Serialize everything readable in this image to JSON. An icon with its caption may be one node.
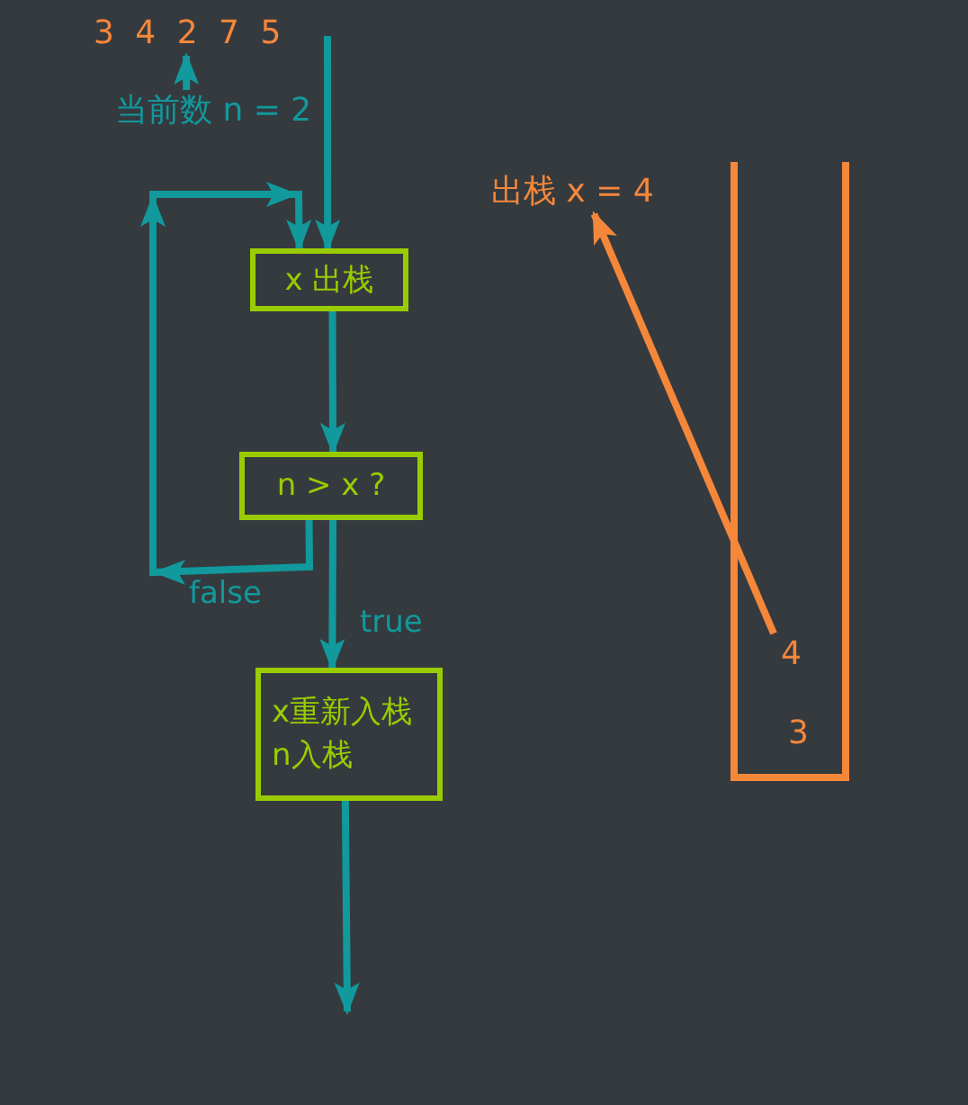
{
  "diagram": {
    "nodes": [
      {
        "text": [
          "3 4 2 7 5"
        ]
      },
      {
        "text": [
          "当前数 n = 2"
        ]
      },
      {
        "text": [
          "x 出栈"
        ]
      },
      {
        "text": [
          "n > x ?"
        ]
      },
      {
        "text": [
          "x重新入栈 n入栈"
        ]
      },
      {
        "text": [],
        "shape": "box"
      },
      {
        "text": [
          "4"
        ],
        "in": 5
      },
      {
        "text": [
          "3"
        ],
        "in": 5
      },
      {
        "text": [
          "出栈 x = 4"
        ]
      }
    ],
    "edges": [
      {
        "from": 1,
        "to": 0,
        "arrow": "to"
      },
      {
        "from": null,
        "to": 2,
        "arrow": "to"
      },
      {
        "from": 2,
        "to": 3,
        "arrow": "to"
      },
      {
        "from": 3,
        "to": 4,
        "arrow": "to",
        "label": "true"
      },
      {
        "from": 3,
        "to": 2,
        "arrow": "to",
        "label": "false"
      },
      {
        "from": 4,
        "to": null,
        "arrow": "to"
      },
      {
        "from": 6,
        "to": 8,
        "arrow": "to",
        "color": "#f5873a"
      }
    ]
  }
}
